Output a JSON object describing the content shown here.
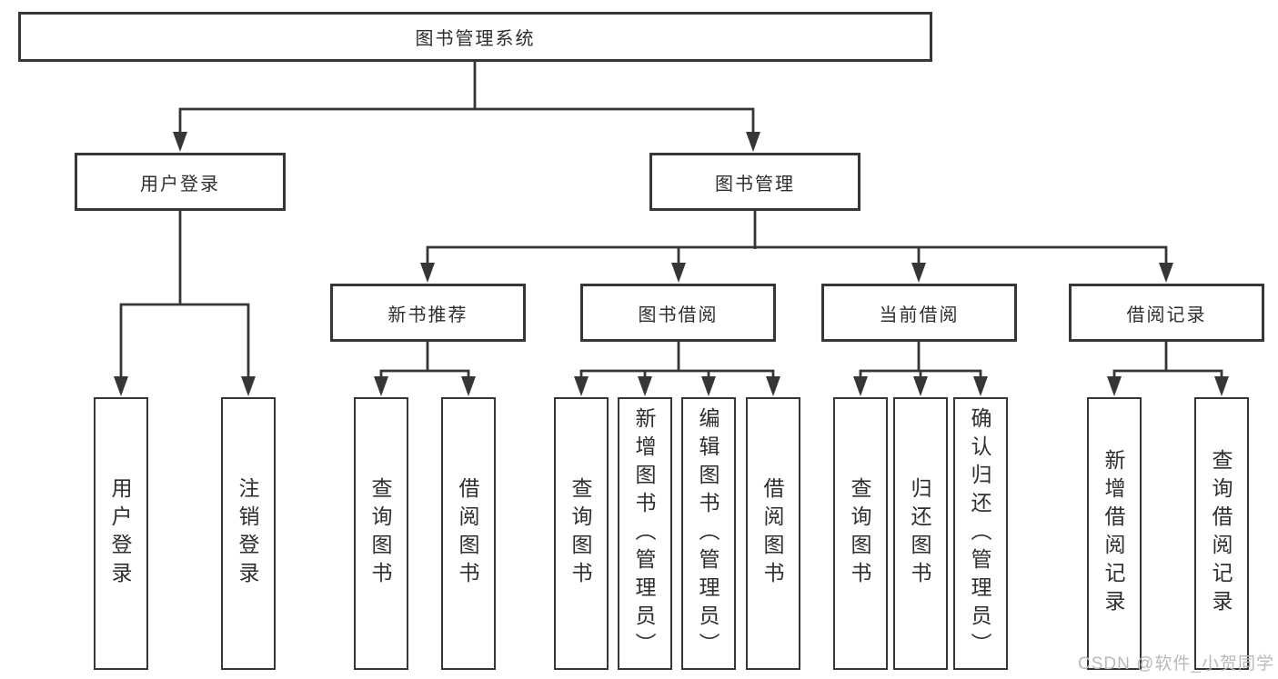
{
  "diagram": {
    "title": "图书管理系统",
    "branches": [
      {
        "label": "用户登录",
        "children": [
          {
            "label": "用户登录"
          },
          {
            "label": "注销登录"
          }
        ]
      },
      {
        "label": "图书管理",
        "children": [
          {
            "label": "新书推荐",
            "children": [
              {
                "label": "查询图书"
              },
              {
                "label": "借阅图书"
              }
            ]
          },
          {
            "label": "图书借阅",
            "children": [
              {
                "label": "查询图书"
              },
              {
                "label": "新增图书（管理员）"
              },
              {
                "label": "编辑图书（管理员）"
              },
              {
                "label": "借阅图书"
              }
            ]
          },
          {
            "label": "当前借阅",
            "children": [
              {
                "label": "查询图书"
              },
              {
                "label": "归还图书"
              },
              {
                "label": "确认归还（管理员）"
              }
            ]
          },
          {
            "label": "借阅记录",
            "children": [
              {
                "label": "新增借阅记录"
              },
              {
                "label": "查询借阅记录"
              }
            ]
          }
        ]
      }
    ]
  },
  "watermark": "CSDN @软件_小贺同学",
  "colors": {
    "line": "#363636",
    "box_border": "#363636",
    "text": "#2e2e2e",
    "watermark": "#b9b9b9",
    "background": "#ffffff"
  }
}
